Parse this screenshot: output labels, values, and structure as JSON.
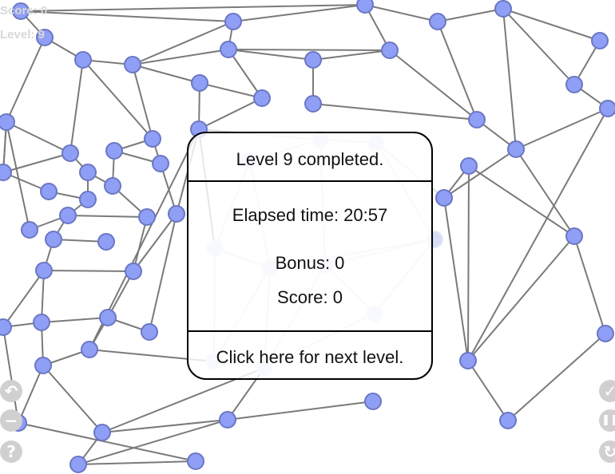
{
  "hud": {
    "score_text": "Score: 0",
    "level_text": "Level: 9"
  },
  "dialog": {
    "title": "Level 9 completed.",
    "elapsed": "Elapsed time: 20:57",
    "bonus": "Bonus: 0",
    "score": "Score: 0",
    "next_link": "Click here for next level."
  },
  "side_buttons": {
    "left": [
      {
        "name": "undo-icon",
        "glyph": "↶"
      },
      {
        "name": "minus-icon",
        "glyph": "−"
      },
      {
        "name": "help-icon",
        "glyph": "?"
      }
    ],
    "right": [
      {
        "name": "check-icon",
        "glyph": "✓"
      },
      {
        "name": "pause-icon",
        "glyph": "❚❚"
      },
      {
        "name": "restart-icon",
        "glyph": "↻"
      }
    ]
  },
  "colors": {
    "node_fill": "#8f9ff5",
    "node_stroke": "#6b77c4",
    "edge": "#7a7a7a",
    "faded_node_fill": "#d8ddf6",
    "faded_edge": "#dcdcdc"
  }
}
